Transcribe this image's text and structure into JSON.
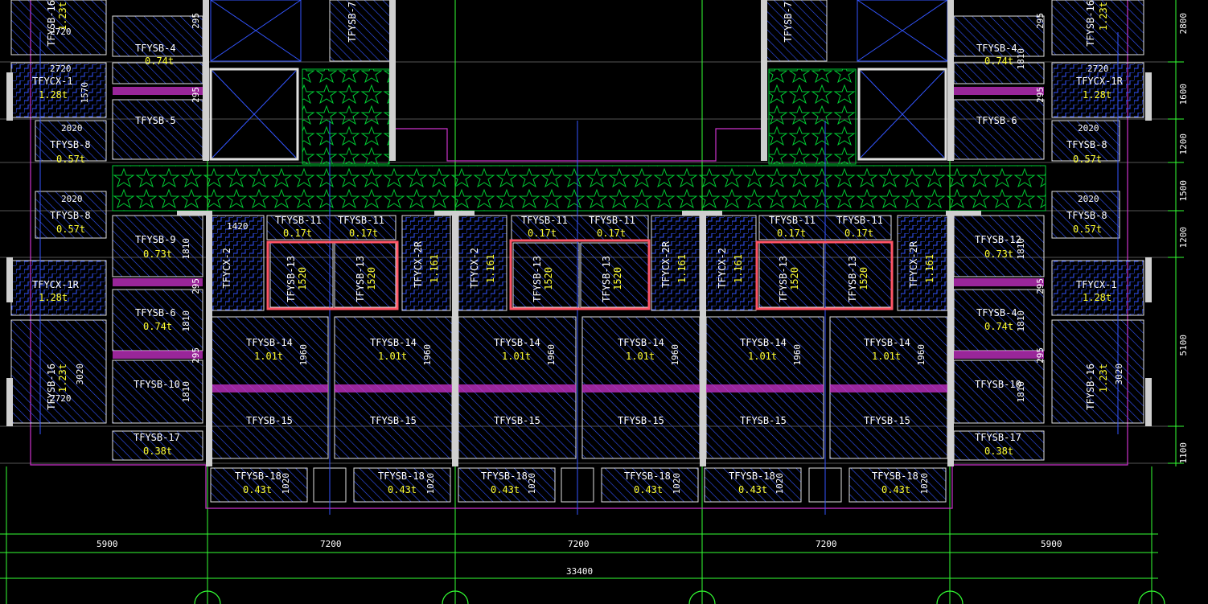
{
  "colors": {
    "background": "#000000",
    "grid": "#33ff33",
    "hatch": "#3355ff",
    "panel_edge": "#e0e0e0",
    "star_fill": "#00cc33",
    "magenta": "#cc33cc",
    "selection": "#ff5566",
    "cyan": "#33cccc",
    "yellow_text": "#ffff33"
  },
  "panels": {
    "tfysb_4": "TFYSB-4",
    "tfysb_5": "TFYSB-5",
    "tfysb_6": "TFYSB-6",
    "tfysb_7": "TFYSB-7",
    "tfysb_8": "TFYSB-8",
    "tfysb_9": "TFYSB-9",
    "tfysb_10": "TFYSB-10",
    "tfysb_11": "TFYSB-11",
    "tfysb_12": "TFYSB-12",
    "tfysb_13": "TFYSB-13",
    "tfysb_14": "TFYSB-14",
    "tfysb_15": "TFYSB-15",
    "tfysb_16": "TFYSB-16",
    "tfysb_17": "TFYSB-17",
    "tfysb_18": "TFYSB-18",
    "tfycx_1": "TFYCX-1",
    "tfycx_1r": "TFYCX-1R",
    "tfycx_2": "TFYCX-2",
    "tfycx_2r": "TFYCX-2R"
  },
  "weights": {
    "w074": "0.74t",
    "w128": "1.28t",
    "w057": "0.57t",
    "w073": "0.73t",
    "w101": "1.01t",
    "w038": "0.38t",
    "w043": "0.43t",
    "w123": "1.23t",
    "w0171": "0.17t",
    "w1161": "1.161"
  },
  "dims": {
    "d2720": "2720",
    "d2020": "2020",
    "d1570": "1570",
    "d1810": "1810",
    "d1960": "1960",
    "d3020": "3020",
    "d1020": "1020",
    "d1420": "1420",
    "d1520": "1520",
    "d295": "295",
    "right_2800": "2800",
    "right_1600": "1600",
    "right_1200a": "1200",
    "right_1500": "1500",
    "right_1200b": "1200",
    "right_5100": "5100",
    "right_1100": "1100",
    "bottom_5900a": "5900",
    "bottom_7200a": "7200",
    "bottom_7200b": "7200",
    "bottom_7200c": "7200",
    "bottom_5900b": "5900",
    "bottom_total": "33400"
  },
  "selected_groups": 3
}
